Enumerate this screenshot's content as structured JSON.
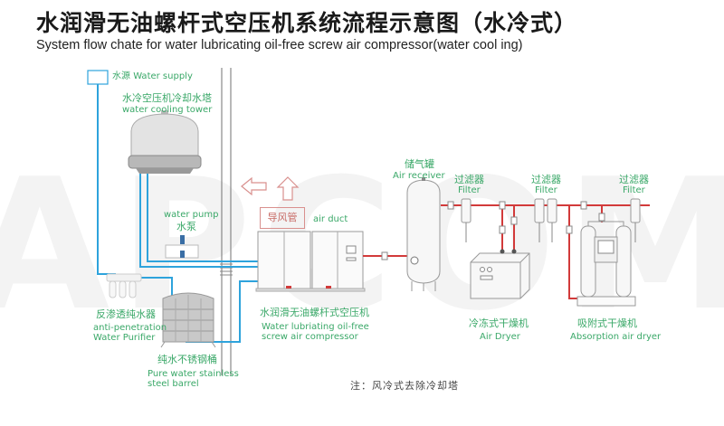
{
  "title": {
    "cn": "水润滑无油螺杆式空压机系统流程示意图（水冷式）",
    "en": "System flow chate for water lubricating oil-free screw air compressor(water cool ing)"
  },
  "watermark": "APCOM",
  "components": {
    "water_supply": {
      "cn": "水源",
      "en": "Water supply"
    },
    "cooling_tower": {
      "cn": "水冷空压机冷却水塔",
      "en": "water cooling tower"
    },
    "water_pump": {
      "cn": "水泵",
      "en": "water pump"
    },
    "ro_purifier": {
      "cn": "反渗透纯水器",
      "en1": "anti-penetration",
      "en2": "Water Purifier"
    },
    "steel_barrel": {
      "cn": "纯水不锈钢桶",
      "en1": "Pure water stainless",
      "en2": "steel barrel"
    },
    "air_duct": {
      "cn": "导风管",
      "en": "air duct"
    },
    "compressor": {
      "cn": "水润滑无油螺杆式空压机",
      "en1": "Water lubriating oil-free",
      "en2": "screw air compressor"
    },
    "air_receiver": {
      "cn": "储气罐",
      "en": "Air receiver"
    },
    "filter_1": {
      "cn": "过滤器",
      "en": "Filter"
    },
    "filter_2": {
      "cn": "过滤器",
      "en": "Filter"
    },
    "filter_3": {
      "cn": "过滤器",
      "en": "Filter"
    },
    "air_dryer": {
      "cn": "冷冻式干燥机",
      "en": "Air Dryer"
    },
    "absorption_dryer": {
      "cn": "吸附式干燥机",
      "en": "Absorption air dryer"
    }
  },
  "note": "注：风冷式去除冷却塔",
  "colors": {
    "water_pipe": "#2ea3dc",
    "air_pipe": "#d23a3a",
    "label": "#3aa868",
    "duct": "#d9908e",
    "equipment": "#9a9a9a"
  }
}
